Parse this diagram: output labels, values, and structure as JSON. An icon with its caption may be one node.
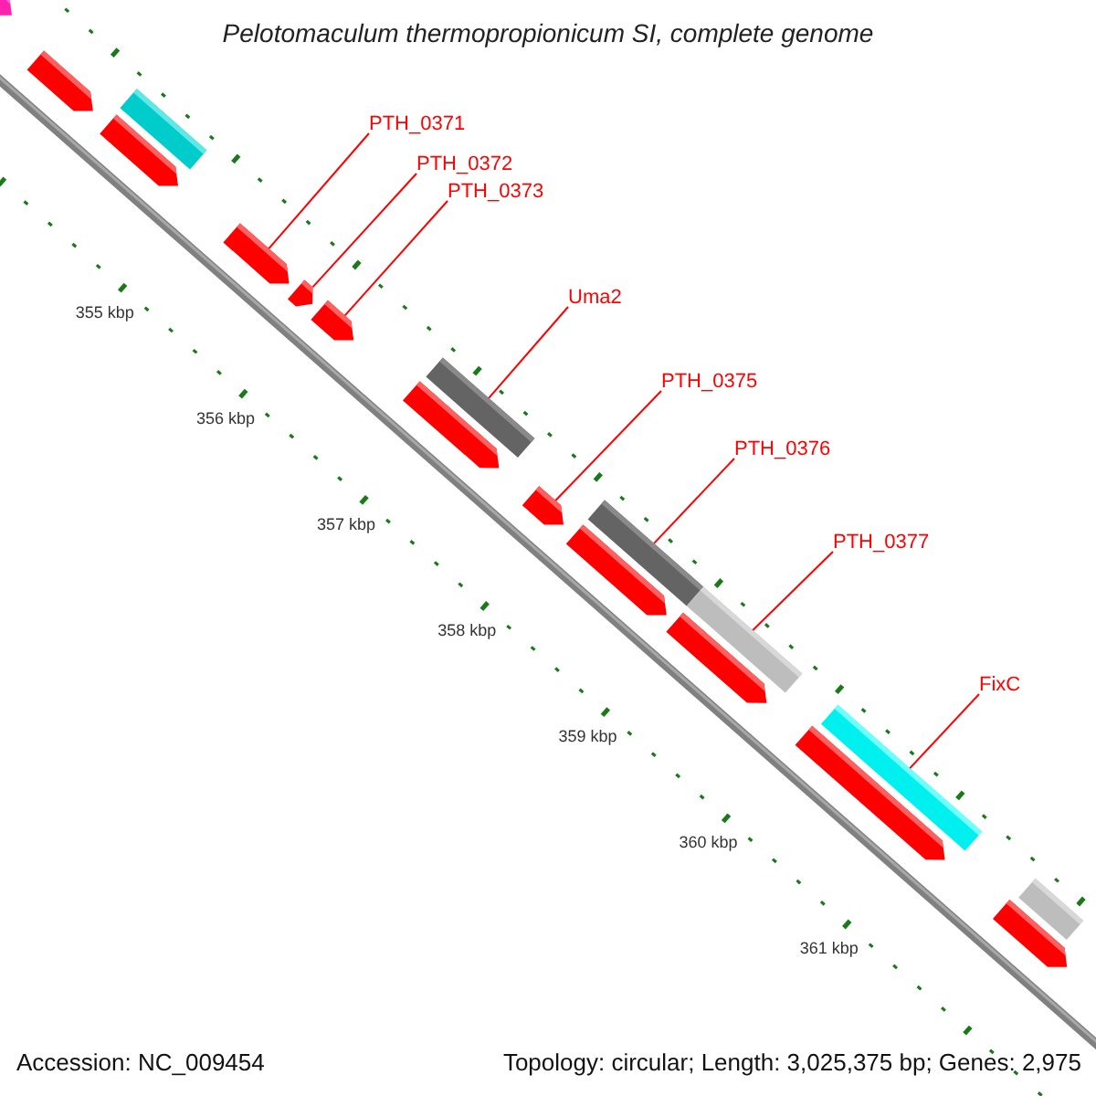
{
  "diagram": {
    "title": "Pelotomaculum thermopropionicum SI, complete genome",
    "nodes": [
      {
        "text": [
          "PTH_0371"
        ]
      },
      {
        "text": [
          "PTH_0372"
        ]
      },
      {
        "text": [
          "PTH_0373"
        ]
      },
      {
        "text": [
          "Uma2"
        ]
      },
      {
        "text": [
          "PTH_0375"
        ]
      },
      {
        "text": [
          "PTH_0376"
        ]
      },
      {
        "text": [
          "PTH_0377"
        ]
      },
      {
        "text": [
          "FixC"
        ]
      },
      {
        "text": [],
        "shape": "pentagon"
      },
      {
        "text": [],
        "shape": "pentagon"
      },
      {
        "text": [],
        "shape": "bar"
      },
      {
        "text": [],
        "shape": "pentagon"
      },
      {
        "text": [],
        "shape": "pentagon"
      },
      {
        "text": [],
        "shape": "pentagon"
      },
      {
        "text": [],
        "shape": "pentagon"
      },
      {
        "text": [],
        "shape": "bar"
      },
      {
        "text": [],
        "shape": "pentagon"
      },
      {
        "text": [],
        "shape": "pentagon"
      },
      {
        "text": [],
        "shape": "bar"
      },
      {
        "text": [],
        "shape": "pentagon"
      },
      {
        "text": [],
        "shape": "bar"
      },
      {
        "text": [],
        "shape": "pentagon"
      },
      {
        "text": [],
        "shape": "bar"
      },
      {
        "text": [],
        "shape": "pentagon"
      },
      {
        "text": [],
        "shape": "bar"
      },
      {
        "text": [],
        "shape": "pentagon"
      }
    ],
    "edges": [
      {
        "from": 0,
        "to": 12,
        "arrow": "none"
      },
      {
        "from": 1,
        "to": 13,
        "arrow": "none"
      },
      {
        "from": 2,
        "to": 14,
        "arrow": "none"
      },
      {
        "from": 3,
        "to": 15,
        "arrow": "none"
      },
      {
        "from": 4,
        "to": 17,
        "arrow": "none"
      },
      {
        "from": 5,
        "to": 18,
        "arrow": "none"
      },
      {
        "from": 6,
        "to": 20,
        "arrow": "none"
      },
      {
        "from": 7,
        "to": 22,
        "arrow": "none"
      }
    ],
    "labels": [
      "355 kbp",
      "356 kbp",
      "357 kbp",
      "358 kbp",
      "359 kbp",
      "360 kbp",
      "361 kbp",
      "Accession: NC_009454",
      "Topology: circular; Length: 3,025,375 bp; Genes: 2,975"
    ]
  }
}
